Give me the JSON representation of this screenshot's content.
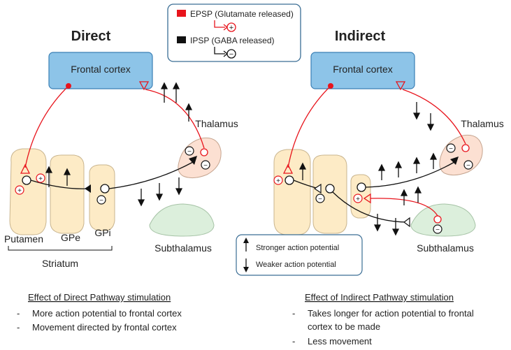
{
  "legend": {
    "epsp_label": "EPSP (Glutamate released)",
    "ipsp_label": "IPSP (GABA released)",
    "plus_symbol": "+",
    "minus_symbol": "−"
  },
  "colors": {
    "excitatory": "#e8141c",
    "inhibitory": "#111111",
    "cortex": "#8dc4e8",
    "striatum": "#fdebc6",
    "thalamus": "#fce0d2",
    "subthalamus": "#dcefdc"
  },
  "direct": {
    "title": "Direct",
    "cortex": "Frontal cortex",
    "thalamus": "Thalamus",
    "subthalamus": "Subthalamus",
    "putamen": "Putamen",
    "gpe": "GPe",
    "gpi": "GPi",
    "striatum": "Striatum"
  },
  "indirect": {
    "title": "Indirect",
    "cortex": "Frontal cortex",
    "thalamus": "Thalamus",
    "subthalamus": "Subthalamus"
  },
  "arrow_key": {
    "stronger": "Stronger action potential",
    "weaker": "Weaker action potential"
  },
  "effects": {
    "direct_heading": "Effect of Direct Pathway stimulation",
    "direct_items": [
      "More action potential to frontal cortex",
      "Movement directed by frontal cortex"
    ],
    "indirect_heading": "Effect of Indirect Pathway stimulation",
    "indirect_items": [
      "Takes longer for action potential to frontal",
      "cortex to be made",
      "Less movement"
    ]
  }
}
